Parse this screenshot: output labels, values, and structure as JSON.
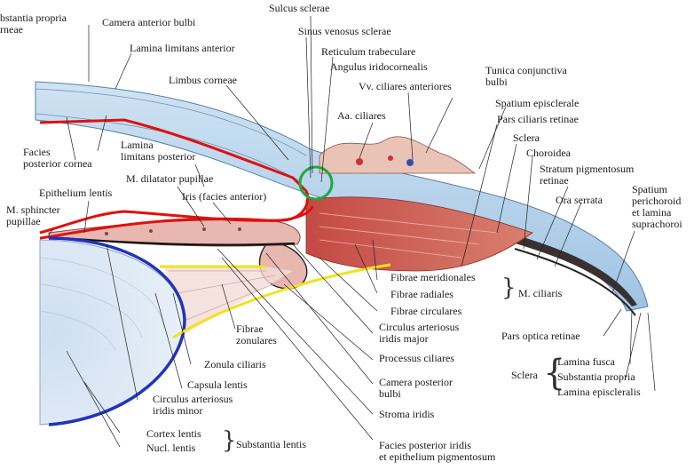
{
  "labels": {
    "substantia_propria_corneae": [
      "bstantia propria",
      "rneae"
    ],
    "camera_anterior_bulbi": "Camera anterior bulbi",
    "lamina_limitans_anterior": "Lamina limitans anterior",
    "limbus_corneae": "Limbus corneae",
    "sulcus_sclerae": "Sulcus sclerae",
    "sinus_venosus_sclerae": "Sinus venosus sclerae",
    "reticulum_trabeculare": "Reticulum trabeculare",
    "angulus_iridocornealis": "Angulus iridocornealis",
    "vv_ciliares_anteriores": "Vv. ciliares anteriores",
    "tunica_conjunctiva_bulbi": [
      "Tunica conjunctiva",
      "bulbi"
    ],
    "aa_ciliares": "Aa. ciliares",
    "spatium_episclerale": "Spatium episclerale",
    "pars_ciliaris_retinae": "Pars ciliaris retinae",
    "sclera_top": "Sclera",
    "choroidea": "Choroidea",
    "stratum_pigmentosum_retinae": [
      "Stratum pigmentosum",
      "retinae"
    ],
    "ora_serrata": "Ora serrata",
    "spatium_perichoroideale": [
      "Spatium",
      "perichoroid",
      "et lamina",
      "suprachoroi"
    ],
    "facies_posterior_cornea": [
      "Facies",
      "posterior cornea"
    ],
    "lamina_limitans_posterior": [
      "Lamina",
      "limitans posterior"
    ],
    "epithelium_lentis": "Epithelium lentis",
    "m_dilatator_pupillae": "M. dilatator pupillae",
    "iris_facies_anterior": "Iris (facies anterior)",
    "m_sphincter_pupillae": [
      "M. sphincter",
      "pupillae"
    ],
    "fibrae_meridionales": "Fibrae meridionales",
    "fibrae_radiales": "Fibrae radiales",
    "fibrae_circulares": "Fibrae circulares",
    "m_ciliaris": "M. ciliaris",
    "circulus_arteriosus_iridis_major": [
      "Circulus arteriosus",
      "iridis major"
    ],
    "processus_ciliares": "Processus ciliares",
    "pars_optica_retinae": "Pars optica retinae",
    "fibrae_zonulares": [
      "Fibrae",
      "zonulares"
    ],
    "zonula_ciliaris": "Zonula ciliaris",
    "capsula_lentis": "Capsula lentis",
    "camera_posterior_bulbi": [
      "Camera posterior",
      "bulbi"
    ],
    "sclera_bottom": "Sclera",
    "lamina_fusca": "Lamina fusca",
    "substantia_propria": "Substantia propria",
    "lamina_episcleralis": "Lamina episcleralis",
    "circulus_arteriosus_iridis_minor": [
      "Circulus arteriosus",
      "iridis minor"
    ],
    "stroma_iridis": "Stroma iridis",
    "cortex_lentis": "Cortex lentis",
    "nucl_lentis": "Nucl. lentis",
    "substantia_lentis": "Substantia lentis",
    "facies_posterior_iridis": [
      "Facies posterior iridis",
      "et epithelium pigmentosum"
    ]
  },
  "colors": {
    "cornea_sclera": "#a9cbe8",
    "muscle": "#c8504a",
    "iris_stroma": "#e7b7b0",
    "lens": "#d9e6f2",
    "annotation_red": "#e01010",
    "annotation_blue": "#2233bb",
    "annotation_yellow": "#f2e21a",
    "annotation_green": "#1fa83a"
  }
}
